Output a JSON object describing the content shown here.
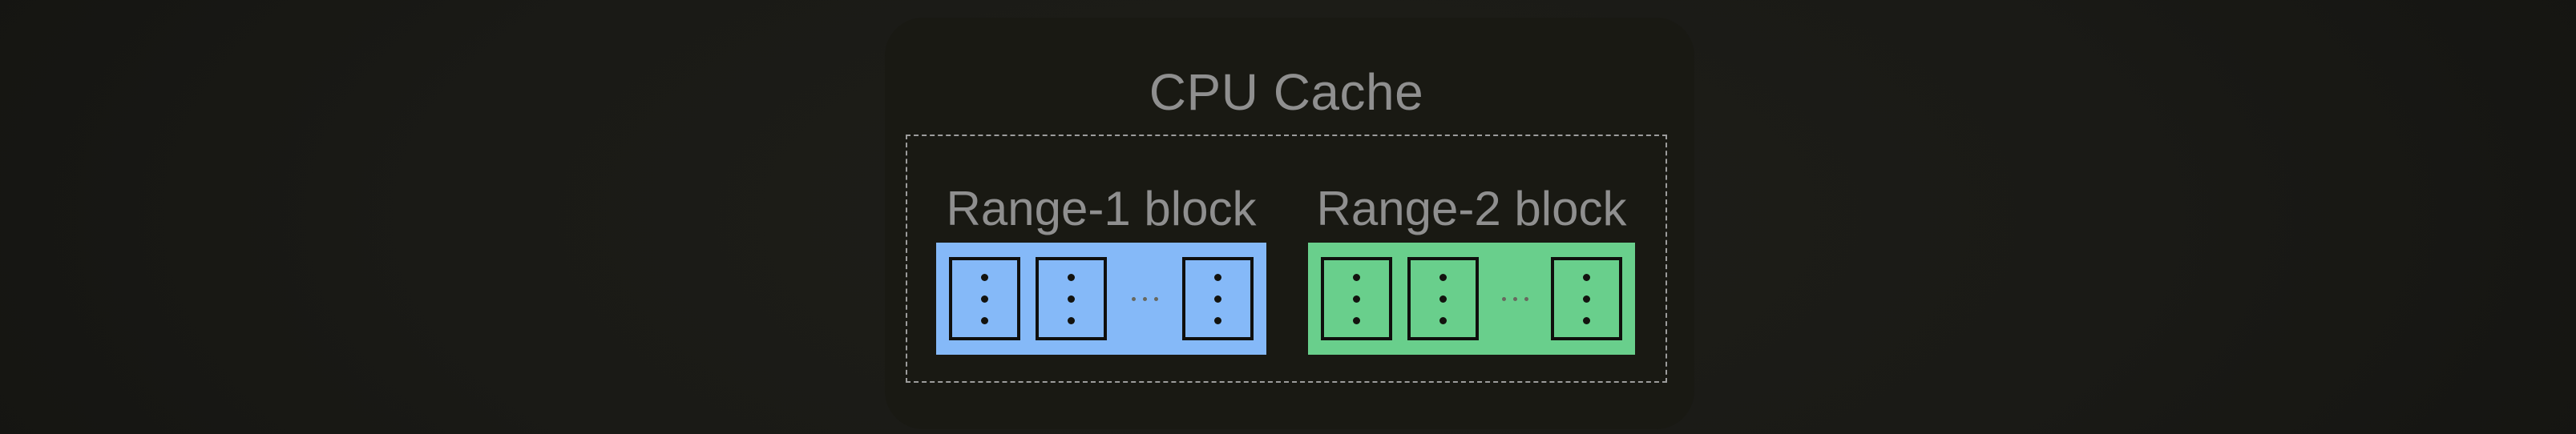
{
  "page": {
    "background_center_color": "#1e1e19",
    "background_edge_color": "#141411",
    "card_color": "#191913"
  },
  "diagram": {
    "title": "CPU Cache",
    "text_color": "#8f8f8f",
    "container_border_color": "#9c9c9c",
    "blocks": [
      {
        "label": "Range-1 block",
        "fill_color": "#85b9f8"
      },
      {
        "label": "Range-2 block",
        "fill_color": "#69cf8c"
      }
    ]
  }
}
